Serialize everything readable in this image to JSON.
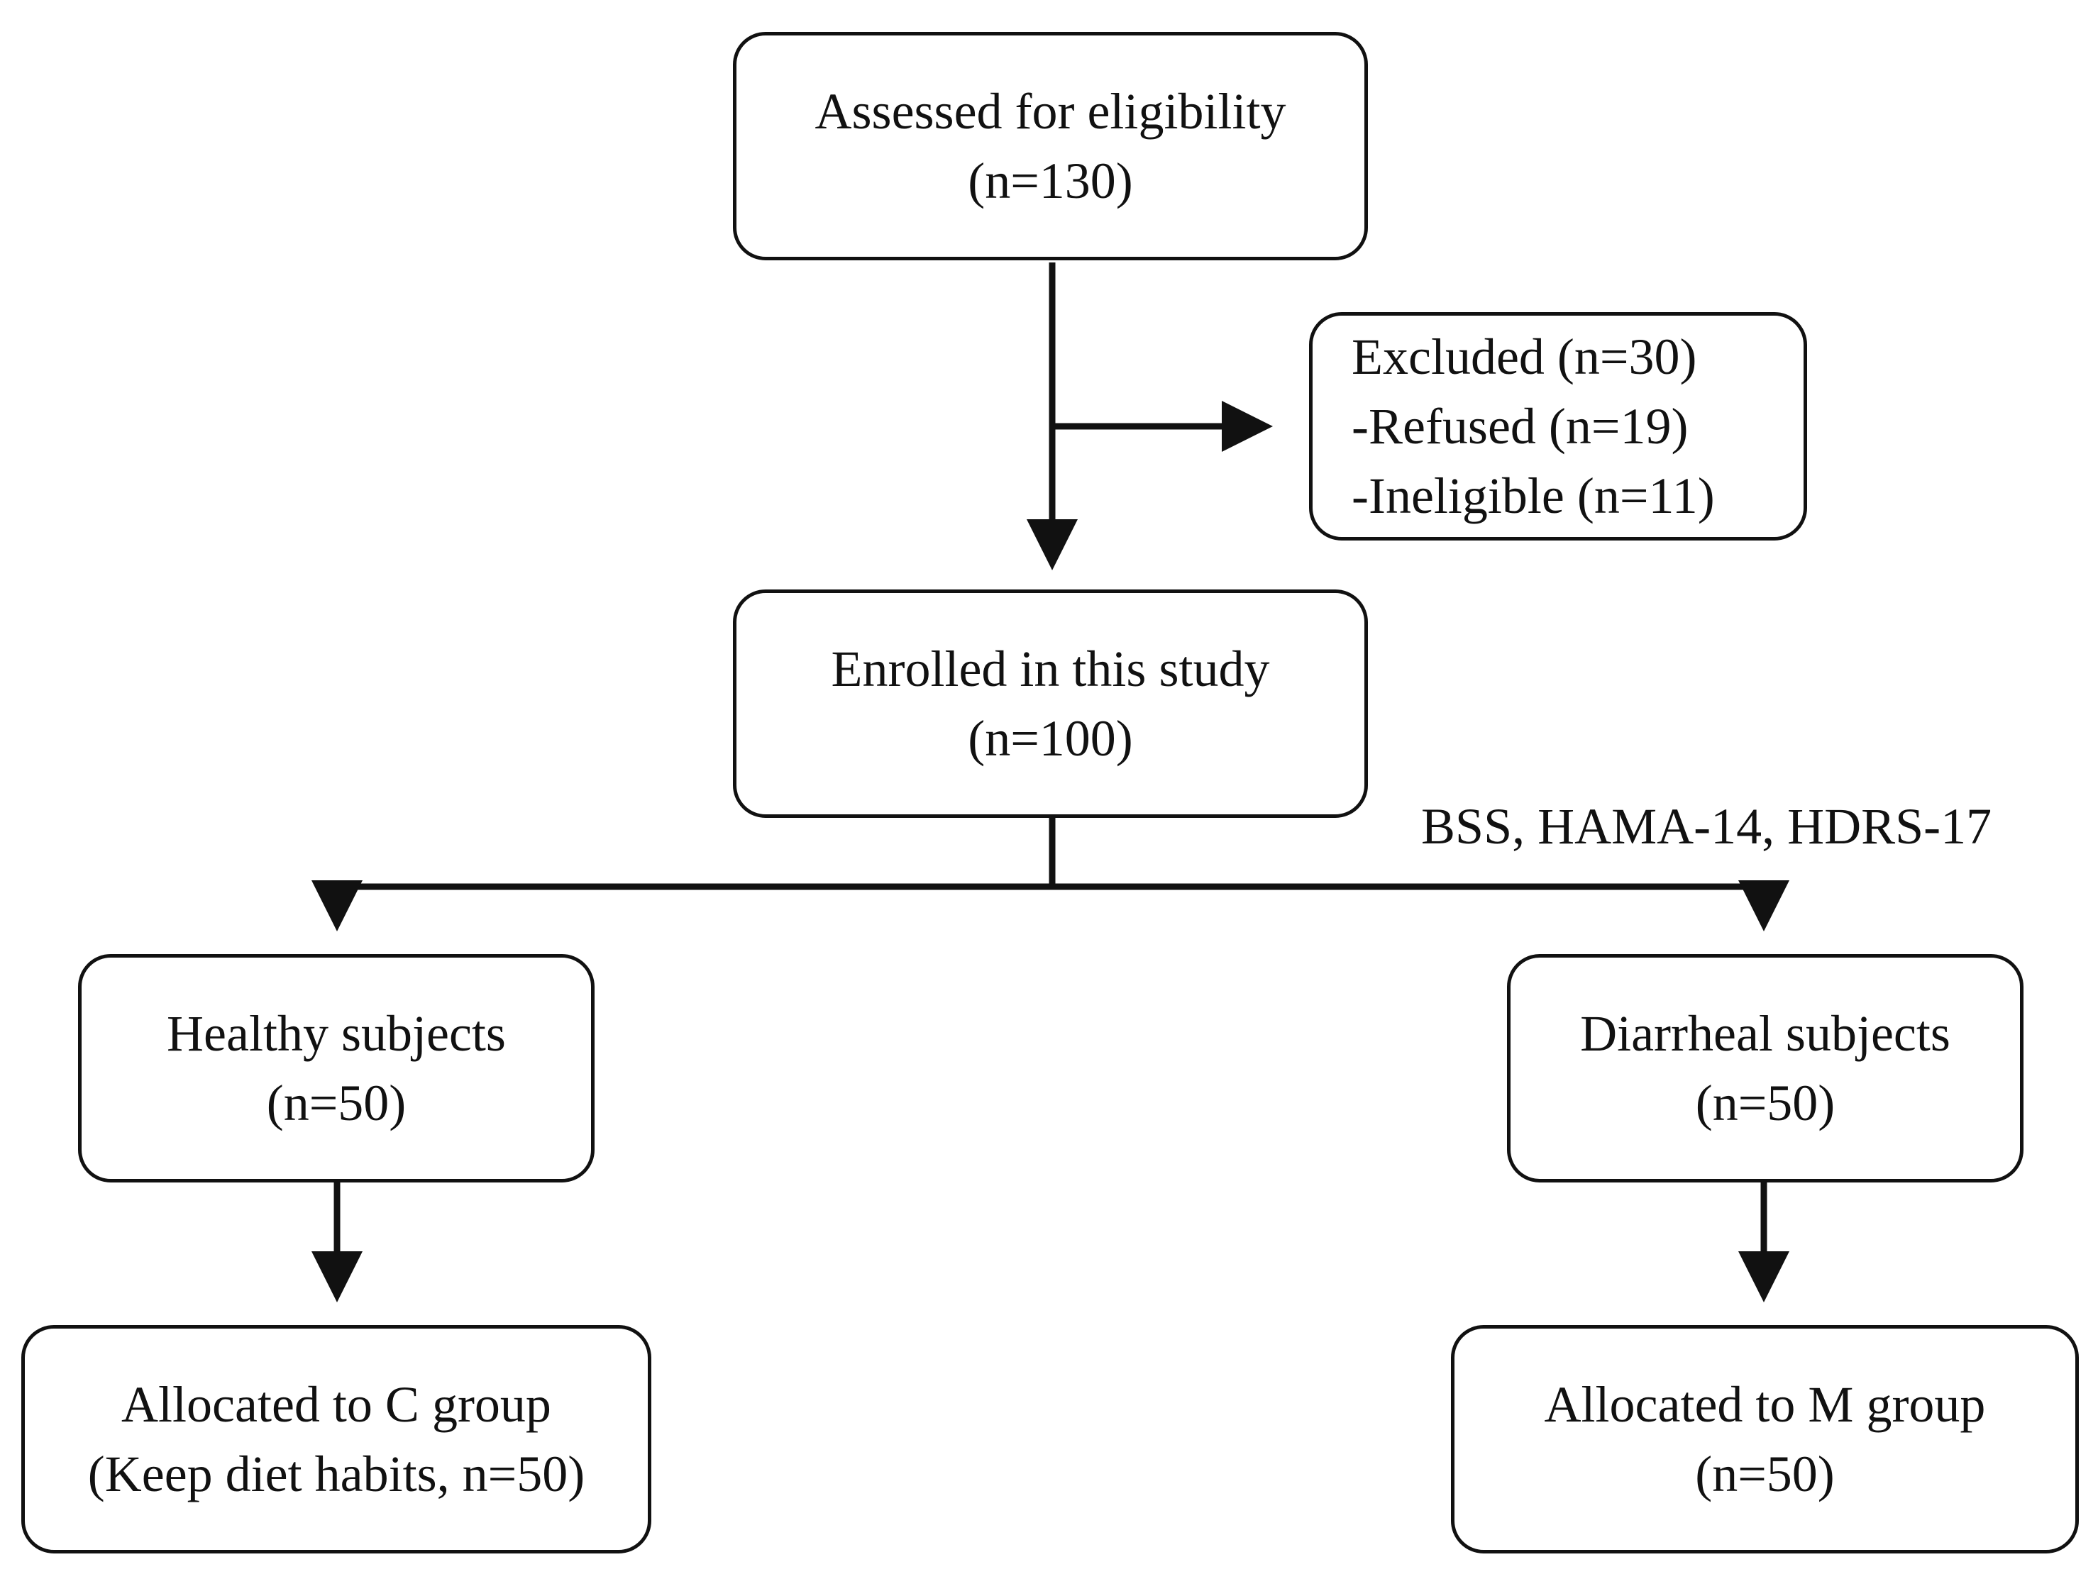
{
  "diagram": {
    "type": "flowchart",
    "nodes": {
      "assessed": {
        "lines": [
          "Assessed for eligibility",
          "(n=130)"
        ]
      },
      "excluded": {
        "lines": [
          "Excluded (n=30)",
          "-Refused (n=19)",
          "-Ineligible (n=11)"
        ]
      },
      "enrolled": {
        "lines": [
          "Enrolled in this study",
          "(n=100)"
        ]
      },
      "healthy": {
        "lines": [
          "Healthy subjects",
          "(n=50)"
        ]
      },
      "diarrheal": {
        "lines": [
          "Diarrheal subjects",
          "(n=50)"
        ]
      },
      "group_c": {
        "lines": [
          "Allocated to C group",
          "(Keep diet habits, n=50)"
        ]
      },
      "group_m": {
        "lines": [
          "Allocated to M group",
          "(n=50)"
        ]
      }
    },
    "edges": [
      {
        "from": "assessed",
        "to": "enrolled"
      },
      {
        "from": "assessed",
        "to": "excluded"
      },
      {
        "from": "enrolled",
        "to": "healthy"
      },
      {
        "from": "enrolled",
        "to": "diarrheal"
      },
      {
        "from": "healthy",
        "to": "group_c"
      },
      {
        "from": "diarrheal",
        "to": "group_m"
      }
    ],
    "assessment_label": "BSS, HAMA-14, HDRS-17",
    "colors": {
      "stroke": "#111111",
      "background": "#ffffff"
    }
  }
}
